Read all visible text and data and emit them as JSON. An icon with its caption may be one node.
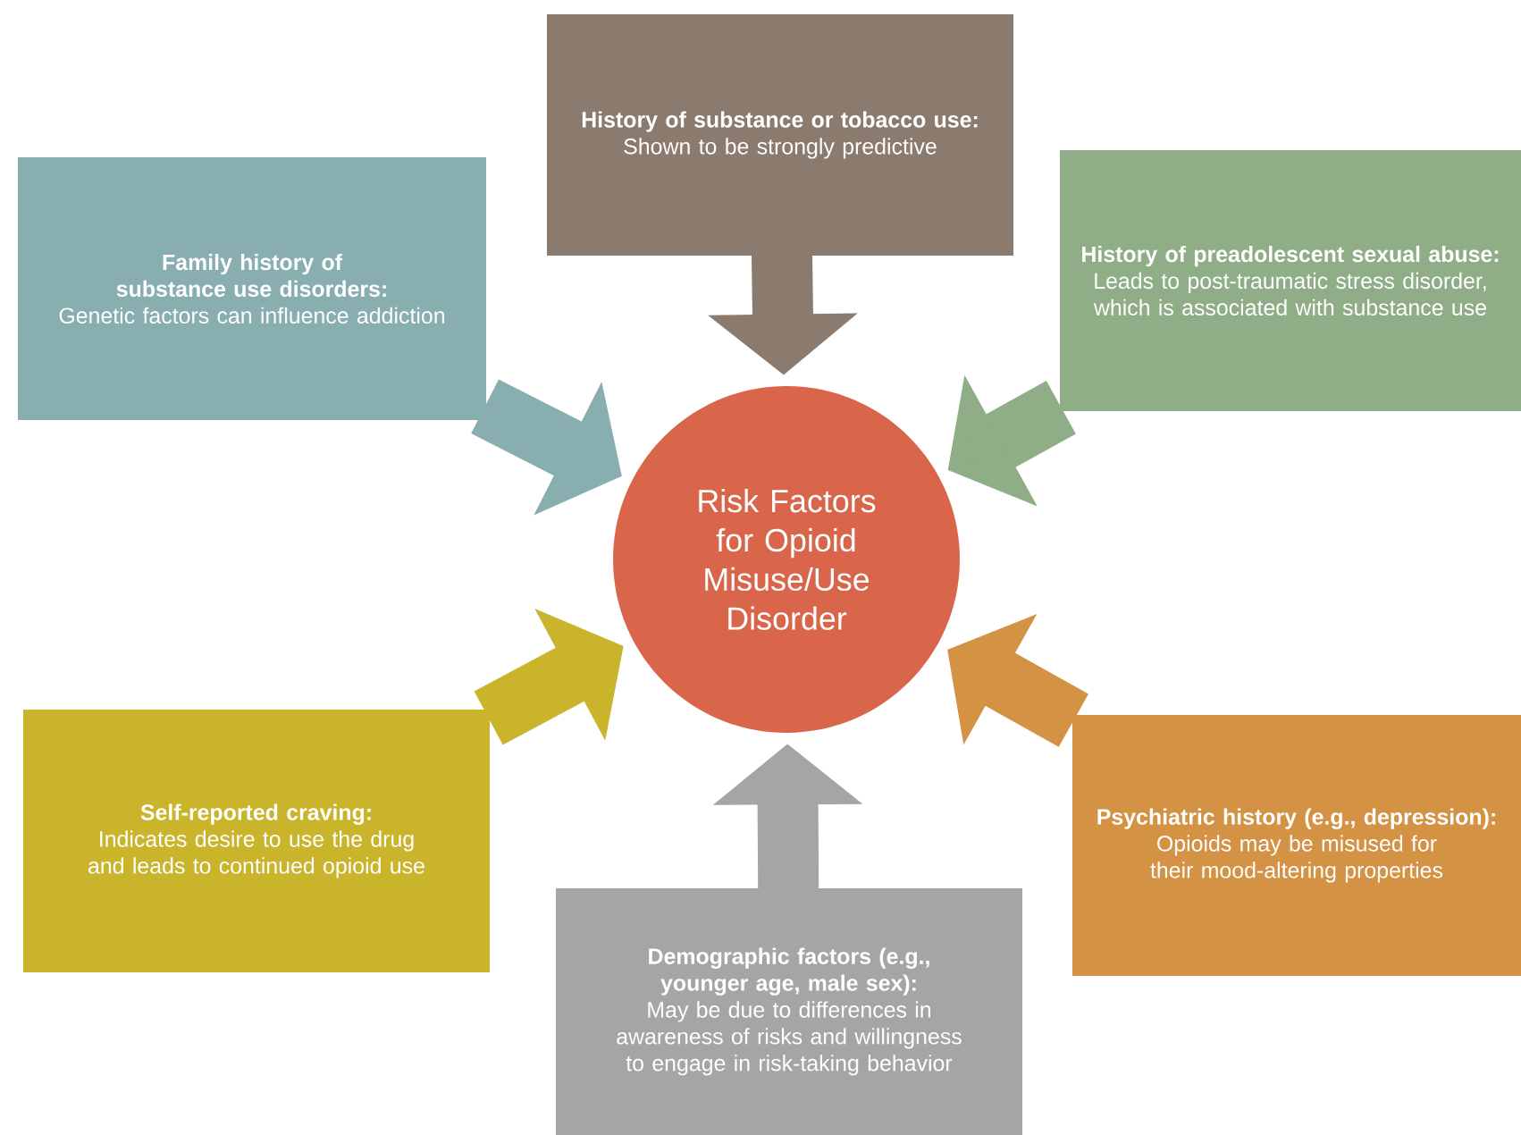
{
  "diagram": {
    "nodes": [
      {
        "text": [
          "History of substance or tobacco use:",
          "Shown to be strongly predictive"
        ]
      },
      {
        "text": [
          "Family history of substance use disorders:",
          "Genetic factors can influence addiction"
        ]
      },
      {
        "text": [
          "History of preadolescent sexual abuse:",
          "Leads to post-traumatic stress disorder, which is associated with substance use"
        ]
      },
      {
        "text": [
          "Risk Factors for Opioid Misuse/Use Disorder"
        ]
      },
      {
        "text": [
          "Self-reported craving:",
          "Indicates desire to use the drug and leads to continued opioid use"
        ]
      },
      {
        "text": [
          "Psychiatric history (e.g., depression):",
          "Opioids may be misused for their mood-altering properties"
        ]
      },
      {
        "text": [
          "Demographic factors (e.g., younger age, male sex):",
          "May be due to differences in awareness of risks and willingness to engage in risk-taking behavior"
        ]
      }
    ],
    "edges": [
      {
        "from": 0,
        "to": 3,
        "arrow": "to",
        "color": "#8b7a6e"
      },
      {
        "from": 1,
        "to": 3,
        "arrow": "to",
        "color": "#88aeb0"
      },
      {
        "from": 2,
        "to": 3,
        "arrow": "to",
        "color": "#8fae88"
      },
      {
        "from": 4,
        "to": 3,
        "arrow": "to",
        "color": "#c9b42c"
      },
      {
        "from": 5,
        "to": 3,
        "arrow": "to",
        "color": "#d49245"
      },
      {
        "from": 6,
        "to": 3,
        "arrow": "to",
        "color": "#a5a5a5"
      }
    ]
  }
}
